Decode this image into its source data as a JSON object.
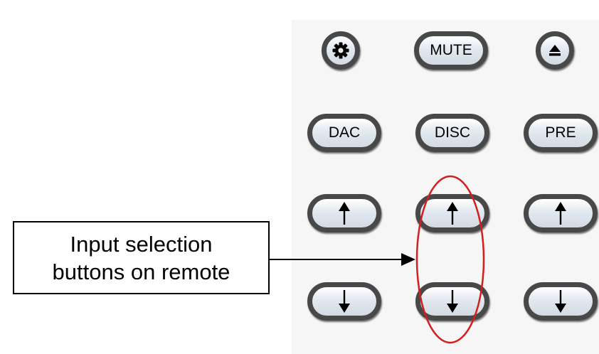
{
  "callout": {
    "line1": "Input selection",
    "line2": "buttons on remote"
  },
  "remote": {
    "buttons": {
      "mute": "MUTE",
      "dac": "DAC",
      "disc": "DISC",
      "pre": "PRE"
    },
    "icons": {
      "settings": "gear-icon",
      "eject": "eject-icon",
      "up": "arrow-up-icon",
      "down": "arrow-down-icon"
    }
  },
  "colors": {
    "highlight_ellipse": "#d21f1f",
    "button_ring": "#484848",
    "button_face": "#dfe5ed"
  }
}
